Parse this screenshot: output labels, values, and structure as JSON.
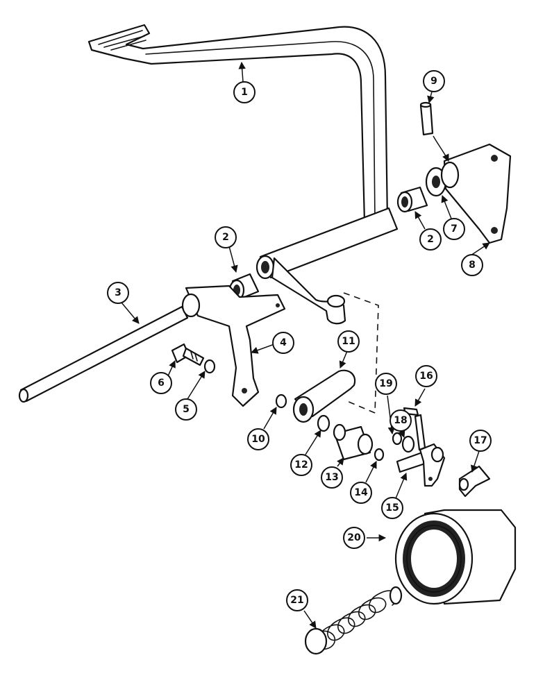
{
  "callouts": [
    {
      "label": "1"
    },
    {
      "label": "2"
    },
    {
      "label": "2"
    },
    {
      "label": "3"
    },
    {
      "label": "4"
    },
    {
      "label": "5"
    },
    {
      "label": "6"
    },
    {
      "label": "7"
    },
    {
      "label": "8"
    },
    {
      "label": "9"
    },
    {
      "label": "10"
    },
    {
      "label": "11"
    },
    {
      "label": "12"
    },
    {
      "label": "13"
    },
    {
      "label": "14"
    },
    {
      "label": "15"
    },
    {
      "label": "16"
    },
    {
      "label": "17"
    },
    {
      "label": "18"
    },
    {
      "label": "19"
    },
    {
      "label": "20"
    },
    {
      "label": "21"
    }
  ],
  "colors": {
    "line": "#111111",
    "background": "#ffffff"
  }
}
